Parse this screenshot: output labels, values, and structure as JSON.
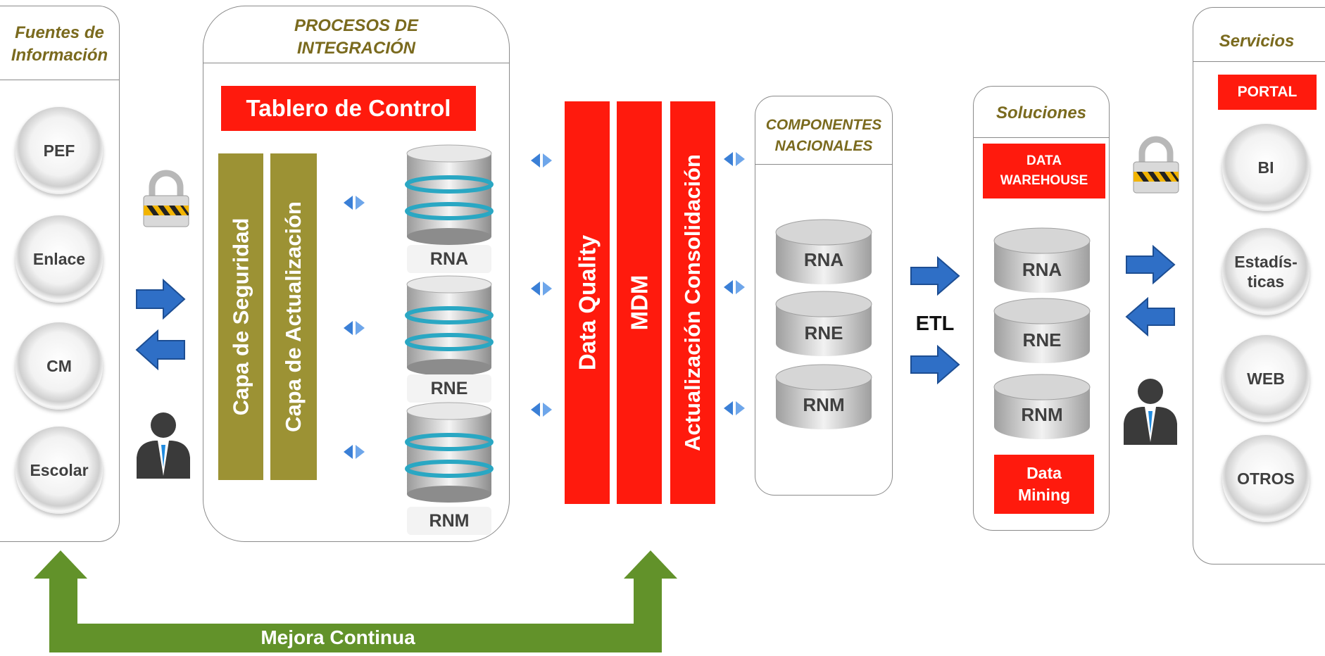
{
  "sources": {
    "title": "Fuentes de\nInformación",
    "items": [
      "PEF",
      "Enlace",
      "CM",
      "Escolar"
    ]
  },
  "integration": {
    "title": "PROCESOS DE\nINTEGRACIÓN",
    "dashboard_label": "Tablero de Control",
    "security_layer": "Capa de  Seguridad",
    "update_layer": "Capa de Actualización",
    "databases": [
      "RNA",
      "RNE",
      "RNM"
    ]
  },
  "quality": {
    "bars": [
      "Data Quality",
      "MDM",
      "Actualización Consolidación"
    ]
  },
  "national": {
    "title": "COMPONENTES\nNACIONALES",
    "databases": [
      "RNA",
      "RNE",
      "RNM"
    ]
  },
  "etl_label": "ETL",
  "solutions": {
    "title": "Soluciones",
    "warehouse_label": "DATA\nWAREHOUSE",
    "databases": [
      "RNA",
      "RNE",
      "RNM"
    ],
    "mining_label": "Data\nMining"
  },
  "services": {
    "title": "Servicios",
    "portal_label": "PORTAL",
    "items": [
      "BI",
      "Estadís-\nticas",
      "WEB",
      "OTROS"
    ]
  },
  "feedback_label": "Mejora Continua",
  "colors": {
    "accent_red": "#ff1a0d",
    "olive": "#9c9234",
    "title_olive": "#7a6a1e",
    "arrow_blue": "#2f6fc6",
    "feedback_green": "#62922a"
  }
}
